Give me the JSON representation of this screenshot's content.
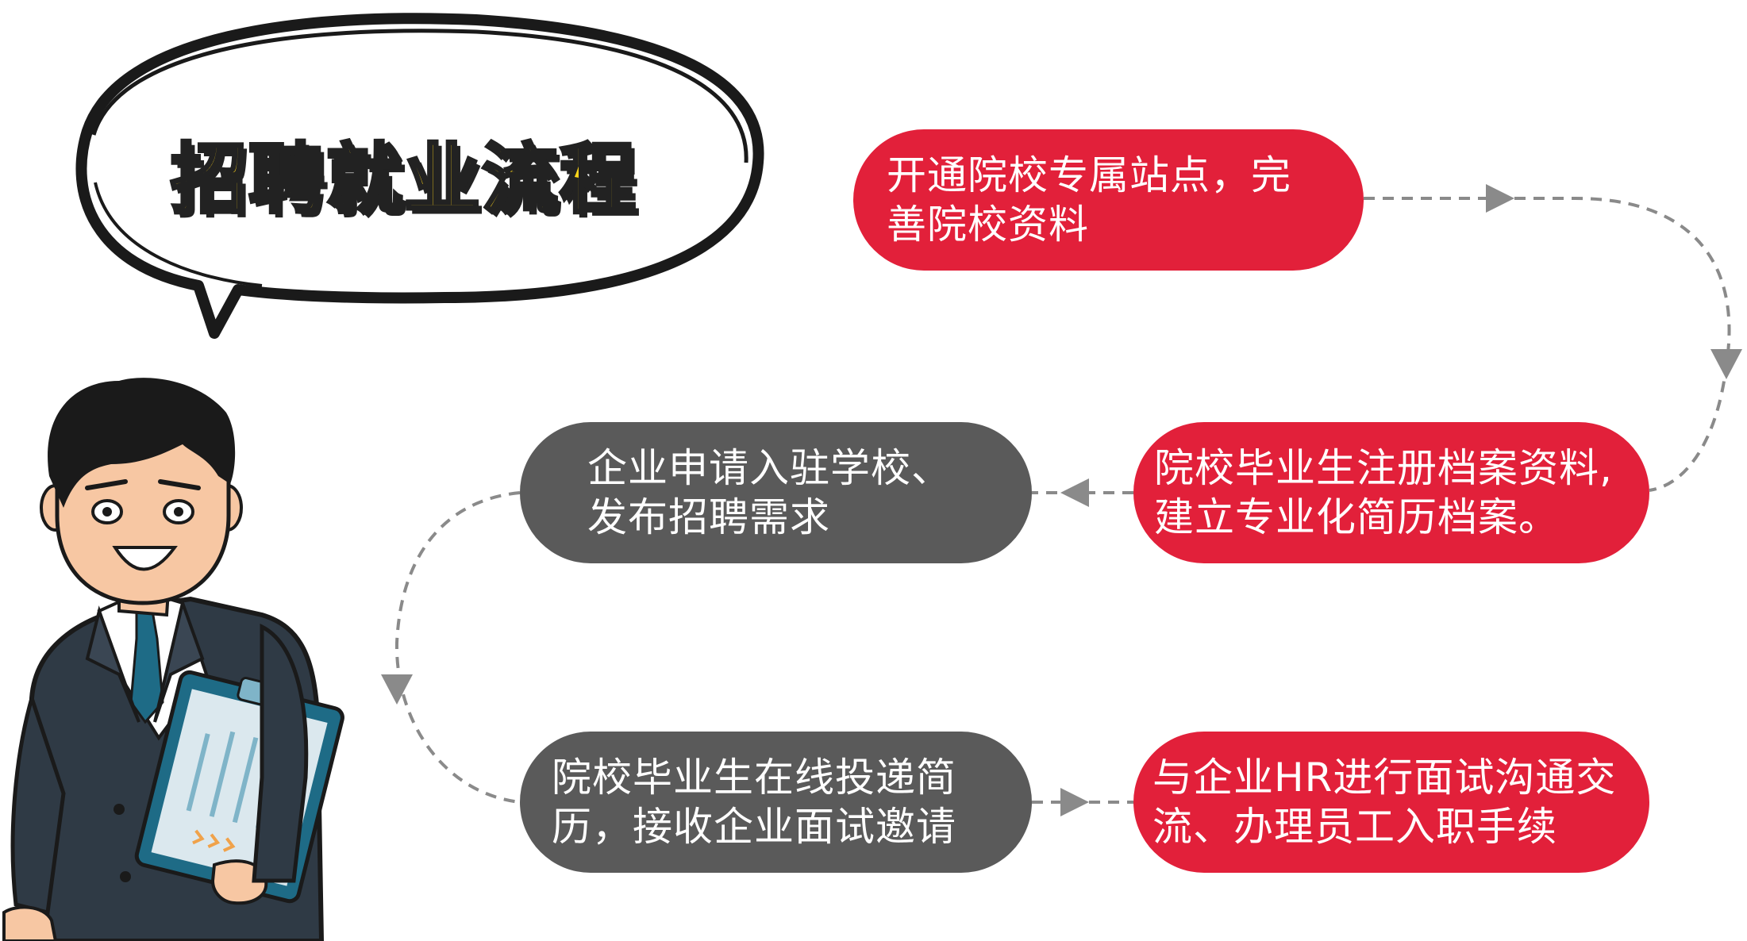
{
  "title": "招聘就业流程",
  "steps": [
    {
      "id": "step-1",
      "text": "开通院校专属站点，完善院校资料",
      "lines": [
        "开通院校专属站点，完",
        "善院校资料"
      ],
      "color": "#e2203a"
    },
    {
      "id": "step-2",
      "text": "院校毕业生注册档案资料，建立专业化简历档案。",
      "lines": [
        "院校毕业生注册档案资料,",
        "建立专业化简历档案。"
      ],
      "color": "#e2203a"
    },
    {
      "id": "step-3",
      "text": "企业申请入驻学校、发布招聘需求",
      "lines": [
        "企业申请入驻学校、",
        "发布招聘需求"
      ],
      "color": "#5a5a5a"
    },
    {
      "id": "step-4",
      "text": "院校毕业生在线投递简历，接收企业面试邀请",
      "lines": [
        "院校毕业生在线投递简",
        "历，接收企业面试邀请"
      ],
      "color": "#5a5a5a"
    },
    {
      "id": "step-5",
      "text": "与企业HR进行面试沟通交流、办理员工入职手续",
      "lines": [
        "与企业HR进行面试沟通交",
        "流、办理员工入职手续"
      ],
      "color": "#e2203a"
    }
  ],
  "colors": {
    "accent_red": "#e2203a",
    "step_gray": "#5a5a5a",
    "connector": "#8a8a8a",
    "title_fill": "#ffd51a",
    "outline": "#1a1a1a"
  },
  "icons": {
    "character": "businessman-with-clipboard-illustration",
    "bubble": "speech-bubble"
  }
}
